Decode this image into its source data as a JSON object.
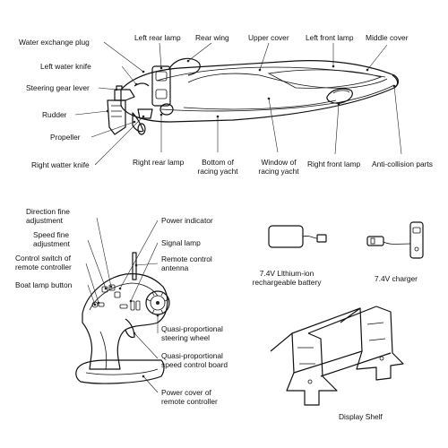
{
  "boat": {
    "labels": {
      "water_exchange_plug": "Water exchange plug",
      "left_water_knife": "Left water knife",
      "steering_gear_lever": "Steering gear lever",
      "rudder": "Rudder",
      "propeller": "Propeller",
      "right_water_knife": "Right watter knife",
      "left_rear_lamp": "Left rear lamp",
      "rear_wing": "Rear wing",
      "upper_cover": "Upper cover",
      "left_front_lamp": "Left front lamp",
      "middle_cover": "Middle cover",
      "right_rear_lamp": "Right rear lamp",
      "bottom_line1": "Bottom of",
      "bottom_line2": "racing yacht",
      "window_line1": "Window of",
      "window_line2": "racing yacht",
      "right_front_lamp": "Right front lamp",
      "anti_collision": "Anti-collision parts"
    }
  },
  "controller": {
    "labels": {
      "direction_line1": "Direction fine",
      "direction_line2": "adjustment",
      "speed_line1": "Speed fine",
      "speed_line2": "adjustment",
      "control_line1": "Control switch of",
      "control_line2": "remote controller",
      "boat_lamp_button": "Boat lamp button",
      "power_indicator": "Power indicator",
      "signal_lamp": "Signal lamp",
      "antenna_line1": "Remote control",
      "antenna_line2": "antenna",
      "steering_line1": "Quasi-proportional",
      "steering_line2": "steering wheel",
      "speed_board_line1": "Quasi-proportional",
      "speed_board_line2": "speed control board",
      "power_cover_line1": "Power cover of",
      "power_cover_line2": "remote controller"
    }
  },
  "accessories": {
    "battery_line1": "7.4V Llthium-ion",
    "battery_line2": "rechargeable battery",
    "charger": "7.4V charger",
    "display_shelf": "Display Shelf"
  }
}
